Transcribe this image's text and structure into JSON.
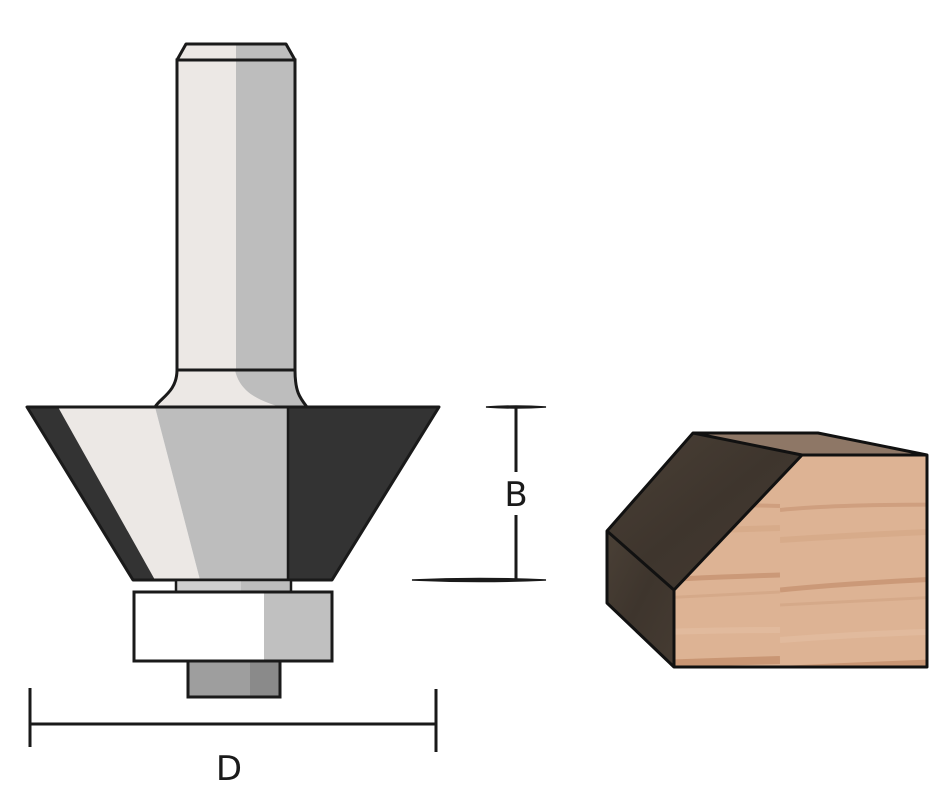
{
  "diagram": {
    "subject": "Chamfer router bit with bearing",
    "parts": {
      "shank": "shank",
      "cutter": "chamfer-cutter-body",
      "bearing": "guide-bearing",
      "bolt": "bearing-screw"
    },
    "dimensions": {
      "height_label": "B",
      "diameter_label": "D"
    },
    "profile": {
      "description": "Wood block showing chamfered edge profile"
    },
    "colors": {
      "steel_light": "#ECE8E5",
      "steel_mid": "#BDBDBD",
      "carbide_dark": "#333333",
      "bearing_white": "#FFFFFF",
      "bearing_shade": "#C0C0C0",
      "bolt_light": "#9E9E9E",
      "bolt_dark": "#8A8A8A",
      "wood_face": "#DDB394",
      "wood_dark": "#433A31",
      "wood_top": "#8E7766",
      "outline": "#1a1a1a"
    }
  }
}
